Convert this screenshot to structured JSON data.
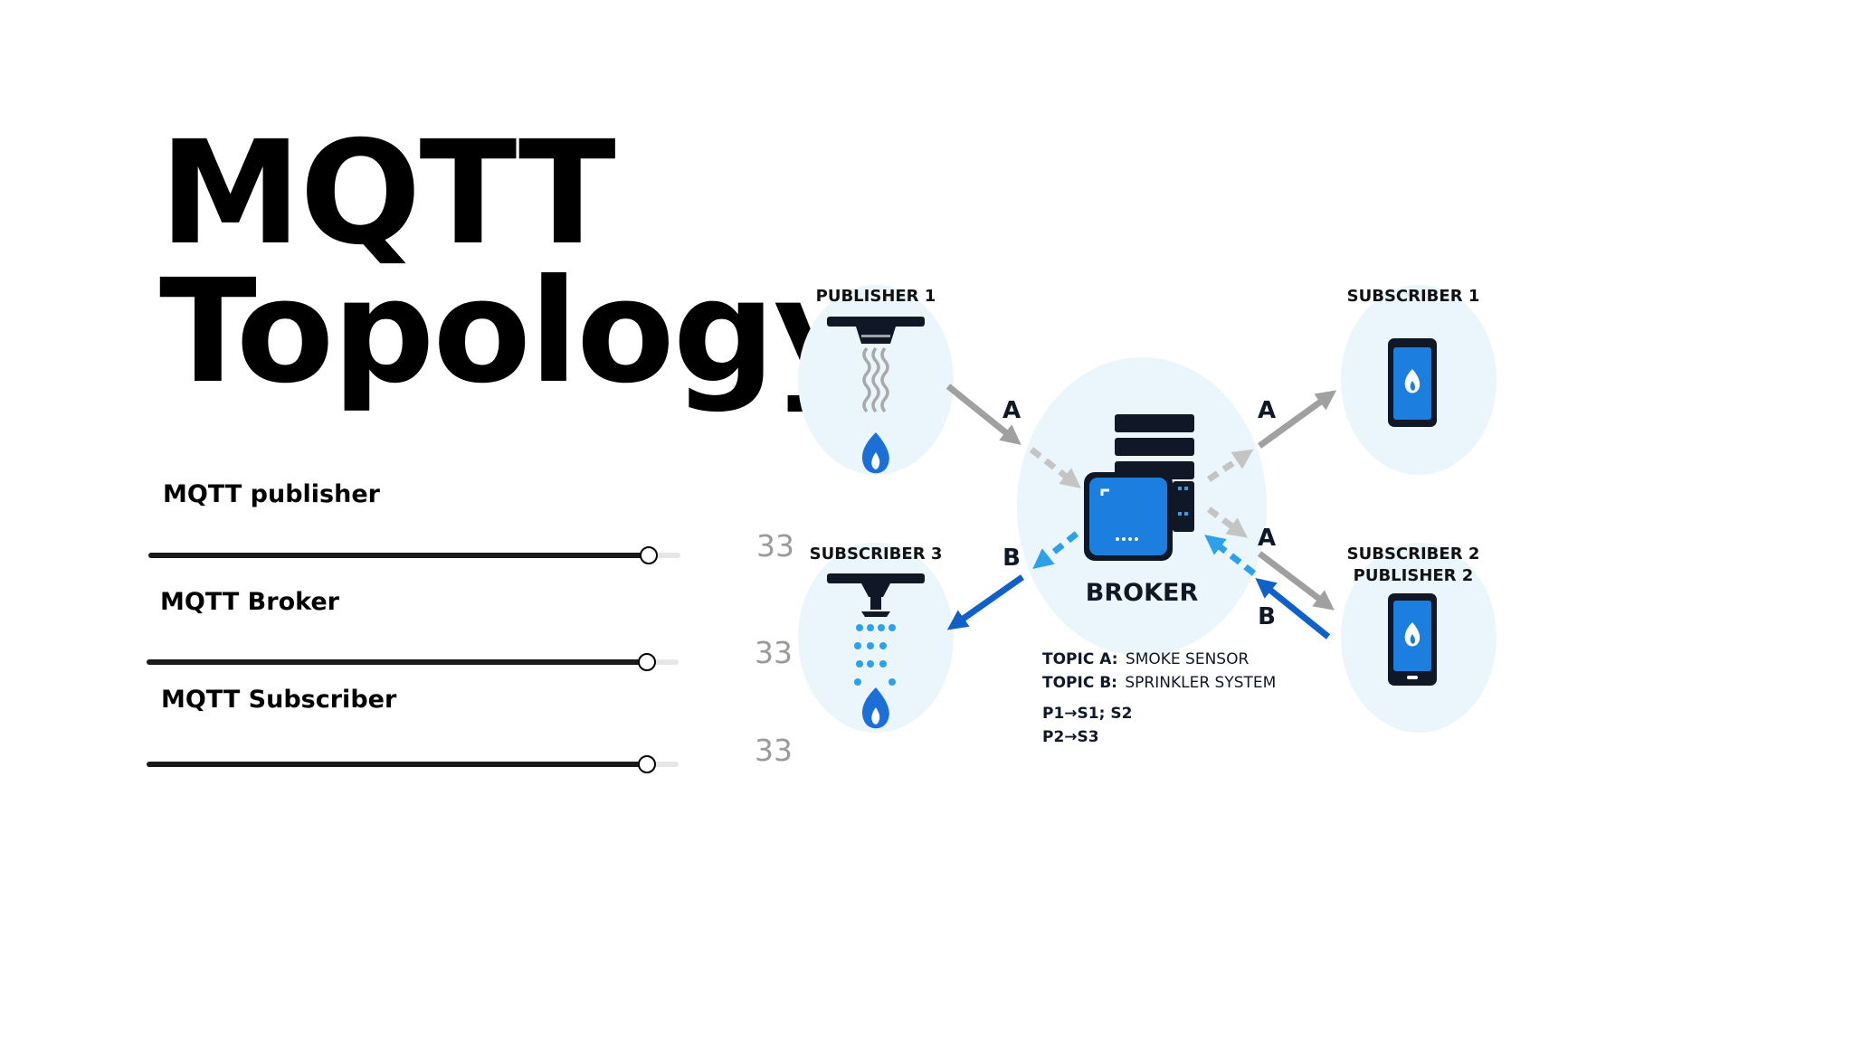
{
  "slide": {
    "title_line1": "MQTT",
    "title_line2": "Topology"
  },
  "sliders": [
    {
      "label": "MQTT publisher",
      "value_text": "33",
      "level": 0.94
    },
    {
      "label": "MQTT Broker",
      "value_text": "33",
      "level": 0.94
    },
    {
      "label": "MQTT Subscriber",
      "value_text": "33",
      "level": 0.94
    }
  ],
  "diagram": {
    "publisher1_label": "PUBLISHER 1",
    "subscriber1_label": "SUBSCRIBER 1",
    "subscriber3_label": "SUBSCRIBER 3",
    "subscriber2_label_line1": "SUBSCRIBER 2",
    "subscriber2_label_line2": "PUBLISHER 2",
    "broker_label": "BROKER",
    "arrow_a": "A",
    "arrow_b": "B",
    "topic_a_key": "TOPIC A:",
    "topic_a_value": "SMOKE SENSOR",
    "topic_b_key": "TOPIC B:",
    "topic_b_value": "SPRINKLER SYSTEM",
    "route_1": "P1→S1; S2",
    "route_2": "P2→S3"
  },
  "colors": {
    "bubble": "#eaf5fc",
    "broker_blue": "#1c7fe0",
    "dark_navy": "#101828",
    "arrow_gray": "#a0a0a0",
    "arrow_blue": "#1160c8",
    "arrow_light_blue": "#2ca0e8",
    "flame_blue": "#1b6fd6"
  }
}
